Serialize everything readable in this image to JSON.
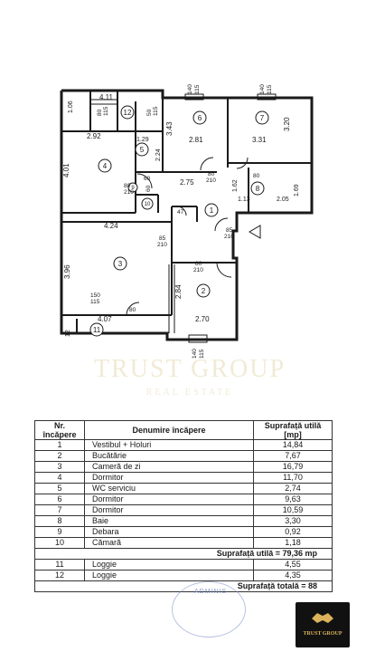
{
  "plan": {
    "rooms": [
      "1",
      "2",
      "3",
      "4",
      "5",
      "6",
      "7",
      "8",
      "9",
      "10",
      "11",
      "12"
    ],
    "dimensions": {
      "d411": "4.11",
      "d292": "2.92",
      "d281": "2.81",
      "d331": "3.31",
      "d320": "3.20",
      "d343": "3.43",
      "d401": "4.01",
      "d275": "2.75",
      "d424": "4.24",
      "d396": "3.96",
      "d407": "4.07",
      "d270": "2.70",
      "d284": "2.84",
      "d224": "2.24",
      "d129": "1.29",
      "d162": "1.62",
      "d113": "1.13",
      "d205": "2.05",
      "d169": "1.69",
      "d106": "1.06",
      "d12": "12"
    },
    "openings": {
      "o140_115_a": "140",
      "o115_a": "115",
      "o140_115_b": "140",
      "o115_b": "115",
      "o80_115": "80",
      "o115_c": "115",
      "o50": "50",
      "o115_d": "115",
      "o80_210_a": "80",
      "o210_a": "210",
      "o80_210_b": "80",
      "o210_b": "210",
      "o85_210_a": "85",
      "o210_c": "210",
      "o85_210_b": "85",
      "o210_d": "210",
      "o80_210_c": "80",
      "o210_e": "210",
      "o150": "150",
      "o115_e": "115",
      "o80_f": "80",
      "o140_bottom": "140",
      "o115_bottom": "115",
      "o60": "60",
      "o60b": "60",
      "o80_9": "80",
      "o47": "47"
    }
  },
  "watermark": {
    "main": "TRUST GROUP",
    "sub": "REAL ESTATE"
  },
  "table": {
    "header_nr": "Nr.",
    "header_incapere": "încăpere",
    "header_denumire": "Denumire încăpere",
    "header_suprafata": "Suprafață utilă",
    "header_unit": "[mp]",
    "rows": [
      {
        "nr": "1",
        "name": "Vestibul + Holuri",
        "area": "14,84"
      },
      {
        "nr": "2",
        "name": "Bucătărie",
        "area": "7,67"
      },
      {
        "nr": "3",
        "name": "Cameră de zi",
        "area": "16,79"
      },
      {
        "nr": "4",
        "name": "Dormitor",
        "area": "11,70"
      },
      {
        "nr": "5",
        "name": "WC serviciu",
        "area": "2,74"
      },
      {
        "nr": "6",
        "name": "Dormitor",
        "area": "9,63"
      },
      {
        "nr": "7",
        "name": "Dormitor",
        "area": "10,59"
      },
      {
        "nr": "8",
        "name": "Baie",
        "area": "3,30"
      },
      {
        "nr": "9",
        "name": "Debara",
        "area": "0,92"
      },
      {
        "nr": "10",
        "name": "Cămară",
        "area": "1,18"
      }
    ],
    "total_useful": "Suprafață utilă = 79,36 mp",
    "loggias": [
      {
        "nr": "11",
        "name": "Loggie",
        "area": "4,55"
      },
      {
        "nr": "12",
        "name": "Loggie",
        "area": "4,35"
      }
    ],
    "total": "Suprafață totală = 88"
  },
  "stamp": {
    "text": "ADMINIS"
  },
  "logo": {
    "text": "TRUST GROUP"
  }
}
